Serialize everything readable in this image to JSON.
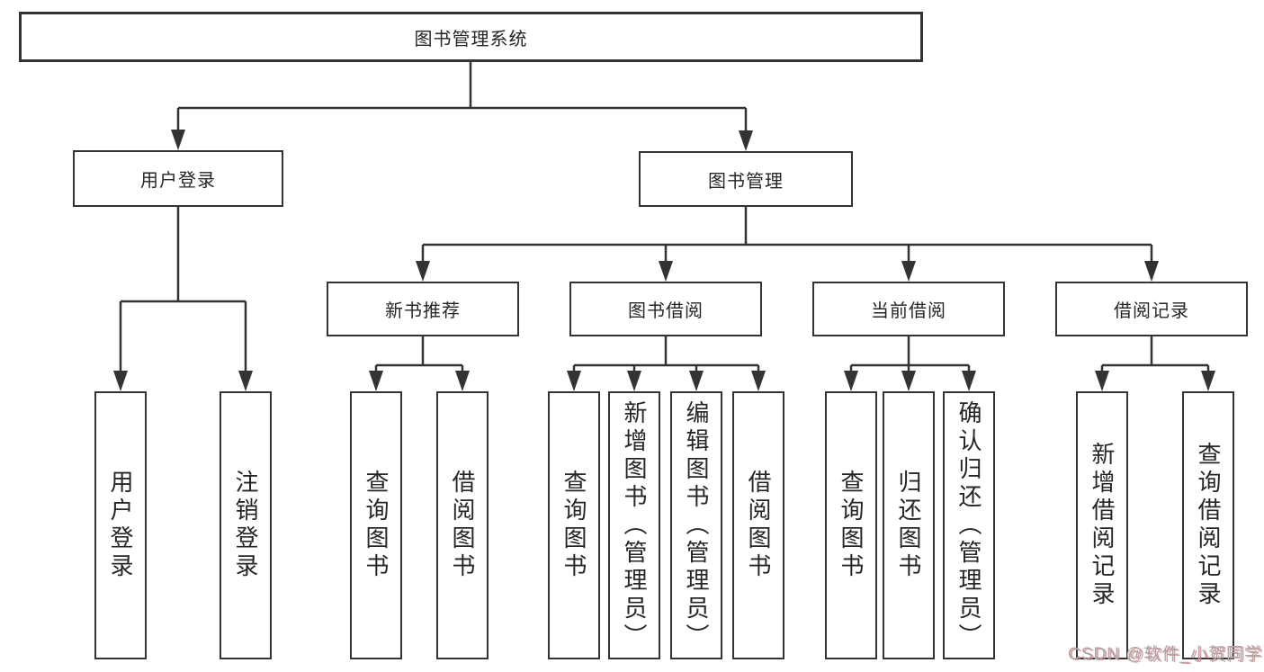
{
  "diagram": {
    "title": "图书管理系统",
    "nodes": {
      "root": {
        "label": "图书管理系统"
      },
      "user_login": {
        "label": "用户登录"
      },
      "book_mgmt": {
        "label": "图书管理"
      },
      "new_book_rec": {
        "label": "新书推荐"
      },
      "book_borrow": {
        "label": "图书借阅"
      },
      "current_borrow": {
        "label": "当前借阅"
      },
      "borrow_records": {
        "label": "借阅记录"
      },
      "leaf_user_login": {
        "label": "用户登录"
      },
      "leaf_logout": {
        "label": "注销登录"
      },
      "leaf_query_book_1": {
        "label": "查询图书"
      },
      "leaf_borrow_book_1": {
        "label": "借阅图书"
      },
      "leaf_query_book_2": {
        "label": "查询图书"
      },
      "leaf_add_book": {
        "label": "新增图书（管理员）"
      },
      "leaf_edit_book": {
        "label": "编辑图书（管理员）"
      },
      "leaf_borrow_book_2": {
        "label": "借阅图书"
      },
      "leaf_query_book_3": {
        "label": "查询图书"
      },
      "leaf_return_book": {
        "label": "归还图书"
      },
      "leaf_confirm_return": {
        "label": "确认归还（管理员）"
      },
      "leaf_add_record": {
        "label": "新增借阅记录"
      },
      "leaf_query_record": {
        "label": "查询借阅记录"
      }
    },
    "hierarchy": {
      "图书管理系统": [
        "用户登录",
        "图书管理"
      ],
      "用户登录": [
        "用户登录",
        "注销登录"
      ],
      "图书管理": [
        "新书推荐",
        "图书借阅",
        "当前借阅",
        "借阅记录"
      ],
      "新书推荐": [
        "查询图书",
        "借阅图书"
      ],
      "图书借阅": [
        "查询图书",
        "新增图书（管理员）",
        "编辑图书（管理员）",
        "借阅图书"
      ],
      "当前借阅": [
        "查询图书",
        "归还图书",
        "确认归还（管理员）"
      ],
      "借阅记录": [
        "新增借阅记录",
        "查询借阅记录"
      ]
    },
    "colors": {
      "line": "#333333",
      "text": "#262626",
      "background": "#ffffff",
      "watermark_gray": "#a9a9a9",
      "watermark_red": "#d97878"
    }
  },
  "watermark": {
    "text": "CSDN @软件_小贺同学"
  }
}
